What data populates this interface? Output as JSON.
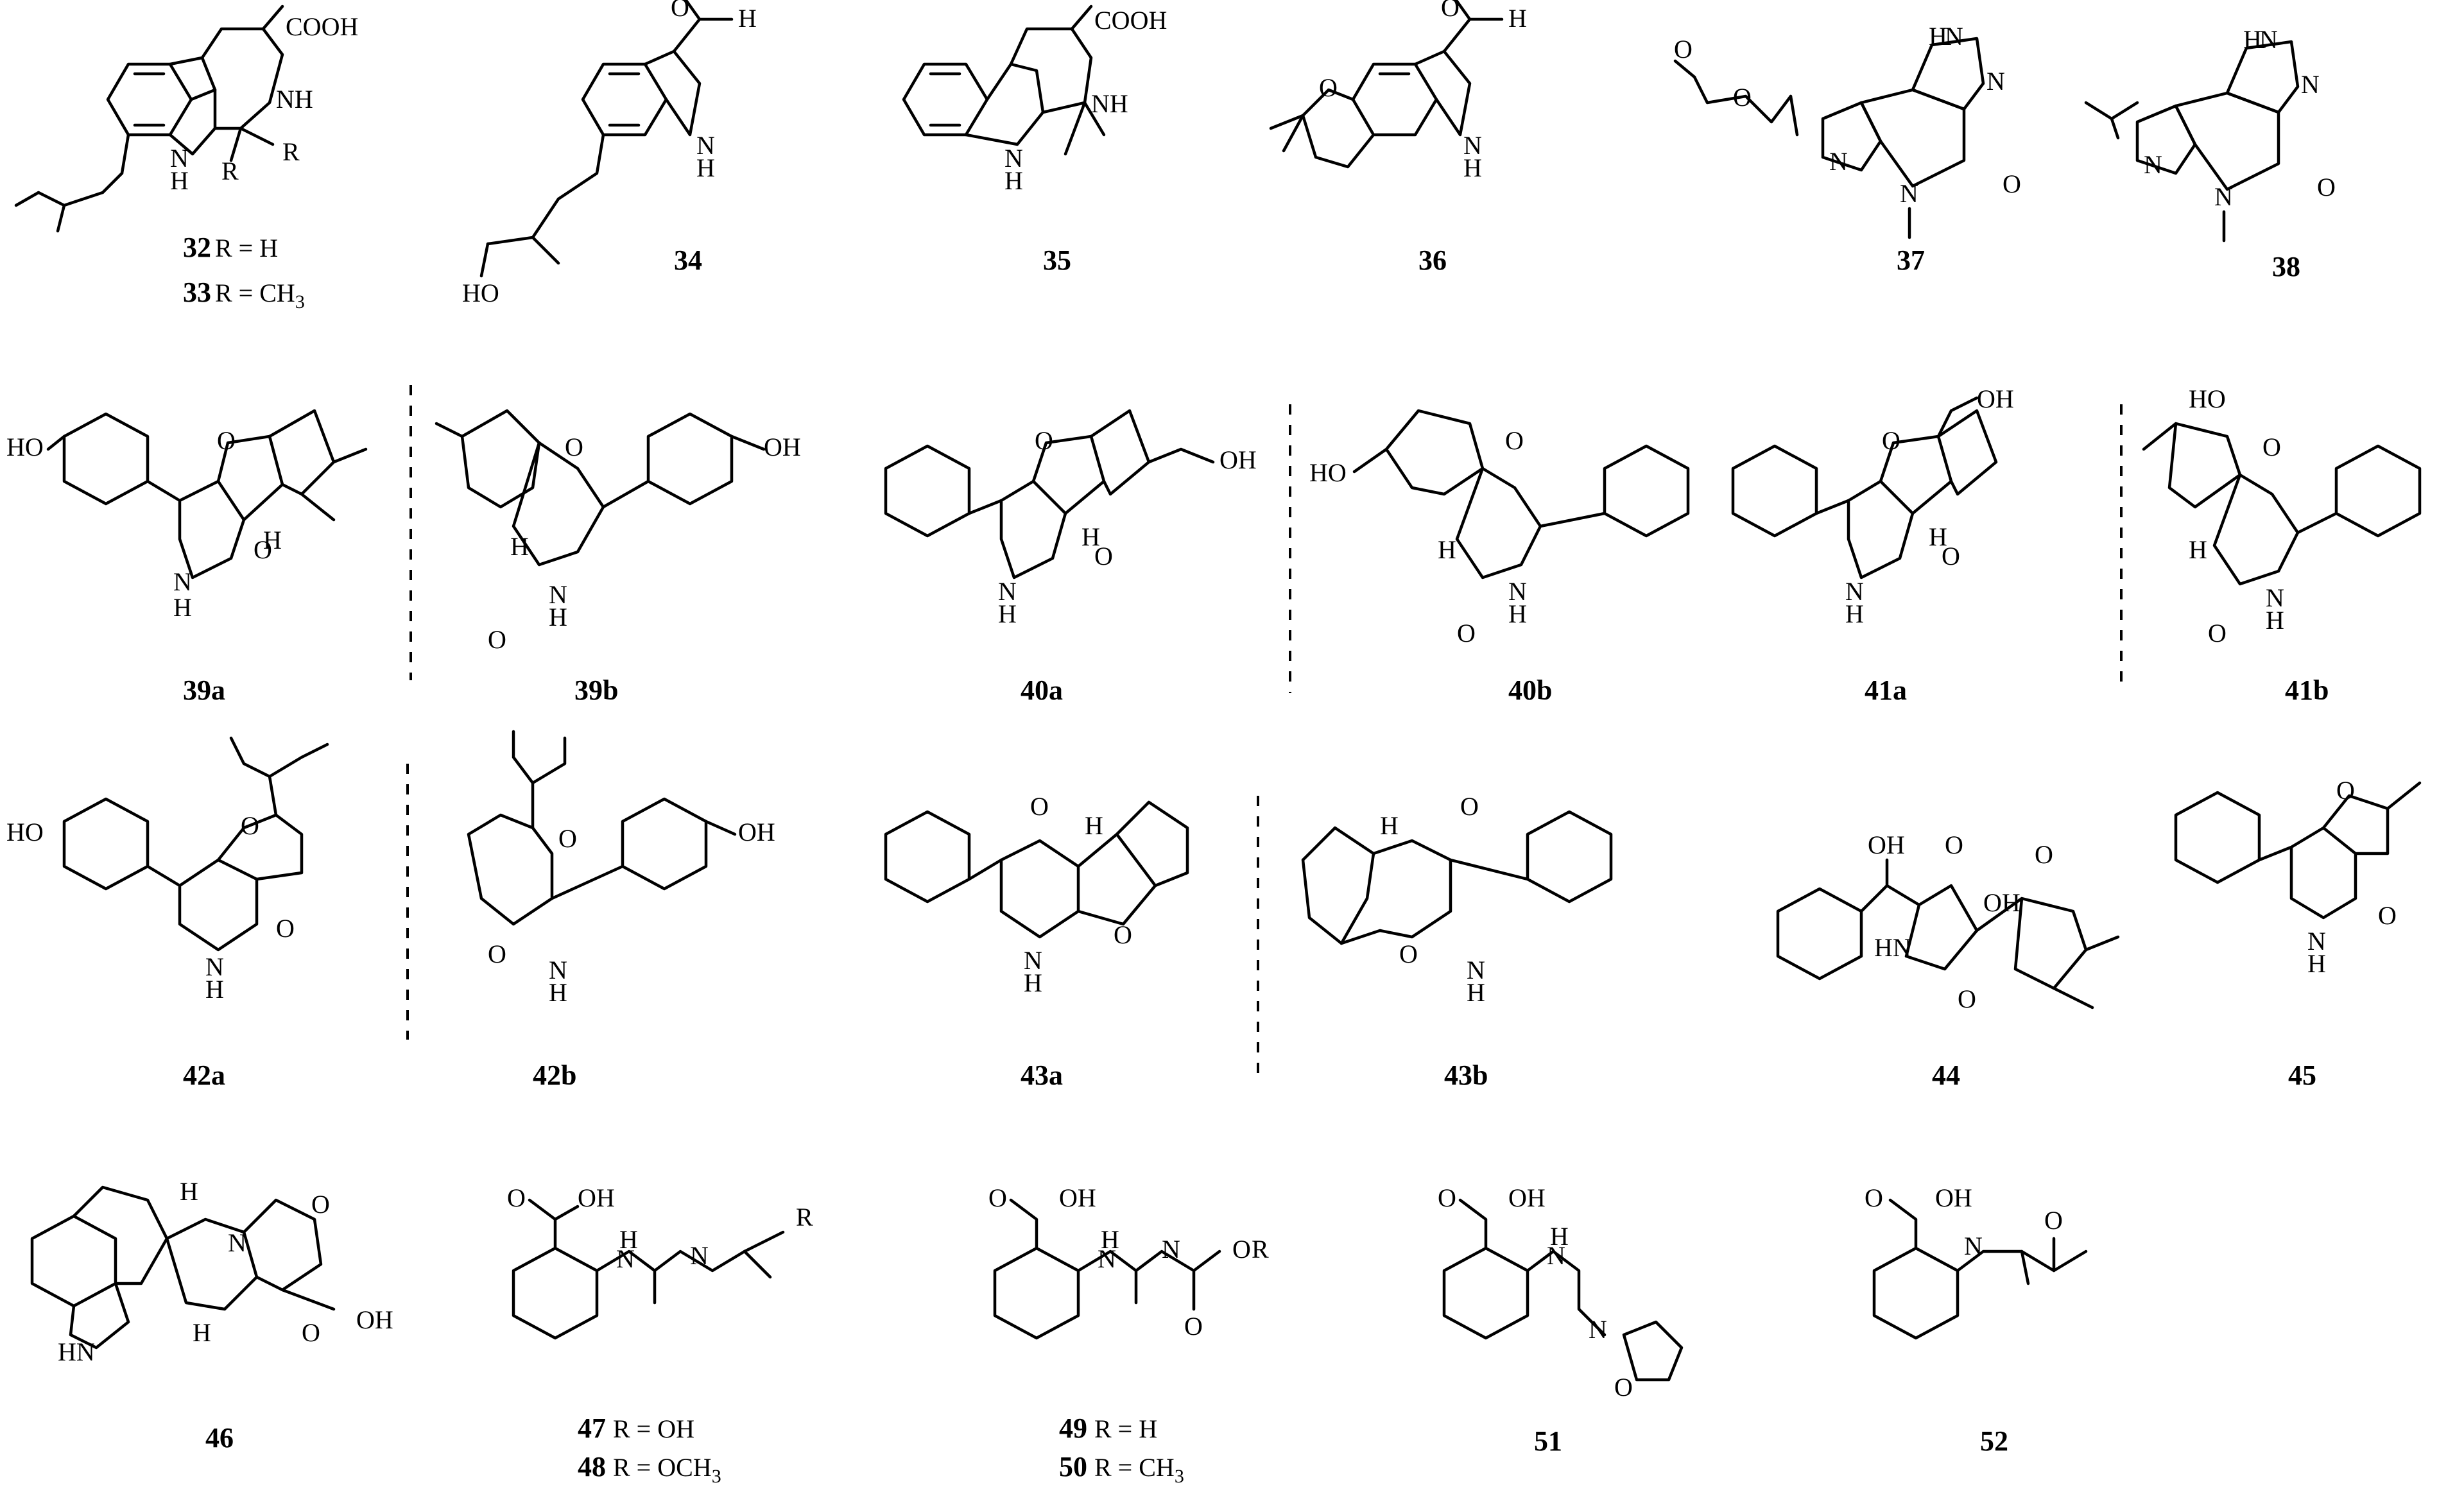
{
  "compounds": {
    "c32": {
      "num": "32",
      "r": " R = H"
    },
    "c33": {
      "num": "33",
      "r": " R = CH",
      "r_sub": "3"
    },
    "c34": {
      "num": "34"
    },
    "c35": {
      "num": "35"
    },
    "c36": {
      "num": "36"
    },
    "c37": {
      "num": "37"
    },
    "c38": {
      "num": "38"
    },
    "c39a": {
      "num": "39a"
    },
    "c39b": {
      "num": "39b"
    },
    "c40a": {
      "num": "40a"
    },
    "c40b": {
      "num": "40b"
    },
    "c41a": {
      "num": "41a"
    },
    "c41b": {
      "num": "41b"
    },
    "c42a": {
      "num": "42a"
    },
    "c42b": {
      "num": "42b"
    },
    "c43a": {
      "num": "43a"
    },
    "c43b": {
      "num": "43b"
    },
    "c44": {
      "num": "44"
    },
    "c45": {
      "num": "45"
    },
    "c46": {
      "num": "46"
    },
    "c47": {
      "num": "47",
      "r": " R = OH"
    },
    "c48": {
      "num": "48",
      "r": " R = OCH",
      "r_sub": "3"
    },
    "c49": {
      "num": "49",
      "r": " R = H"
    },
    "c50": {
      "num": "50",
      "r": " R = CH",
      "r_sub": "3"
    },
    "c51": {
      "num": "51"
    },
    "c52": {
      "num": "52"
    }
  },
  "atoms": {
    "cooh": "COOH",
    "oh": "OH",
    "ho": "HO",
    "nh": "NH",
    "hn": "HN",
    "n": "N",
    "h": "H",
    "o": "O",
    "r": "R"
  }
}
